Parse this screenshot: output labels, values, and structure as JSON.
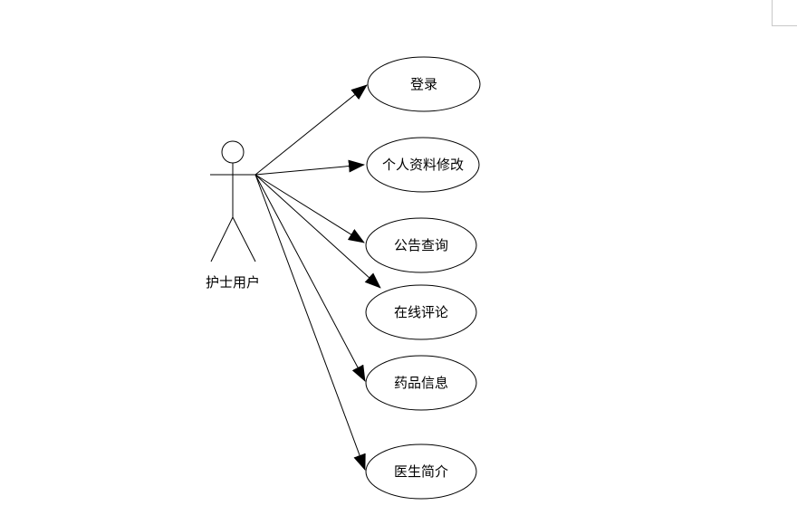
{
  "diagram": {
    "actor": {
      "label": "护士用户"
    },
    "use_cases": [
      {
        "id": "login",
        "label": "登录"
      },
      {
        "id": "profile-edit",
        "label": "个人资料修改"
      },
      {
        "id": "notice-query",
        "label": "公告查询"
      },
      {
        "id": "online-comment",
        "label": "在线评论"
      },
      {
        "id": "medicine-info",
        "label": "药品信息"
      },
      {
        "id": "doctor-intro",
        "label": "医生简介"
      }
    ],
    "colors": {
      "stroke": "#000000",
      "background": "#ffffff"
    }
  }
}
